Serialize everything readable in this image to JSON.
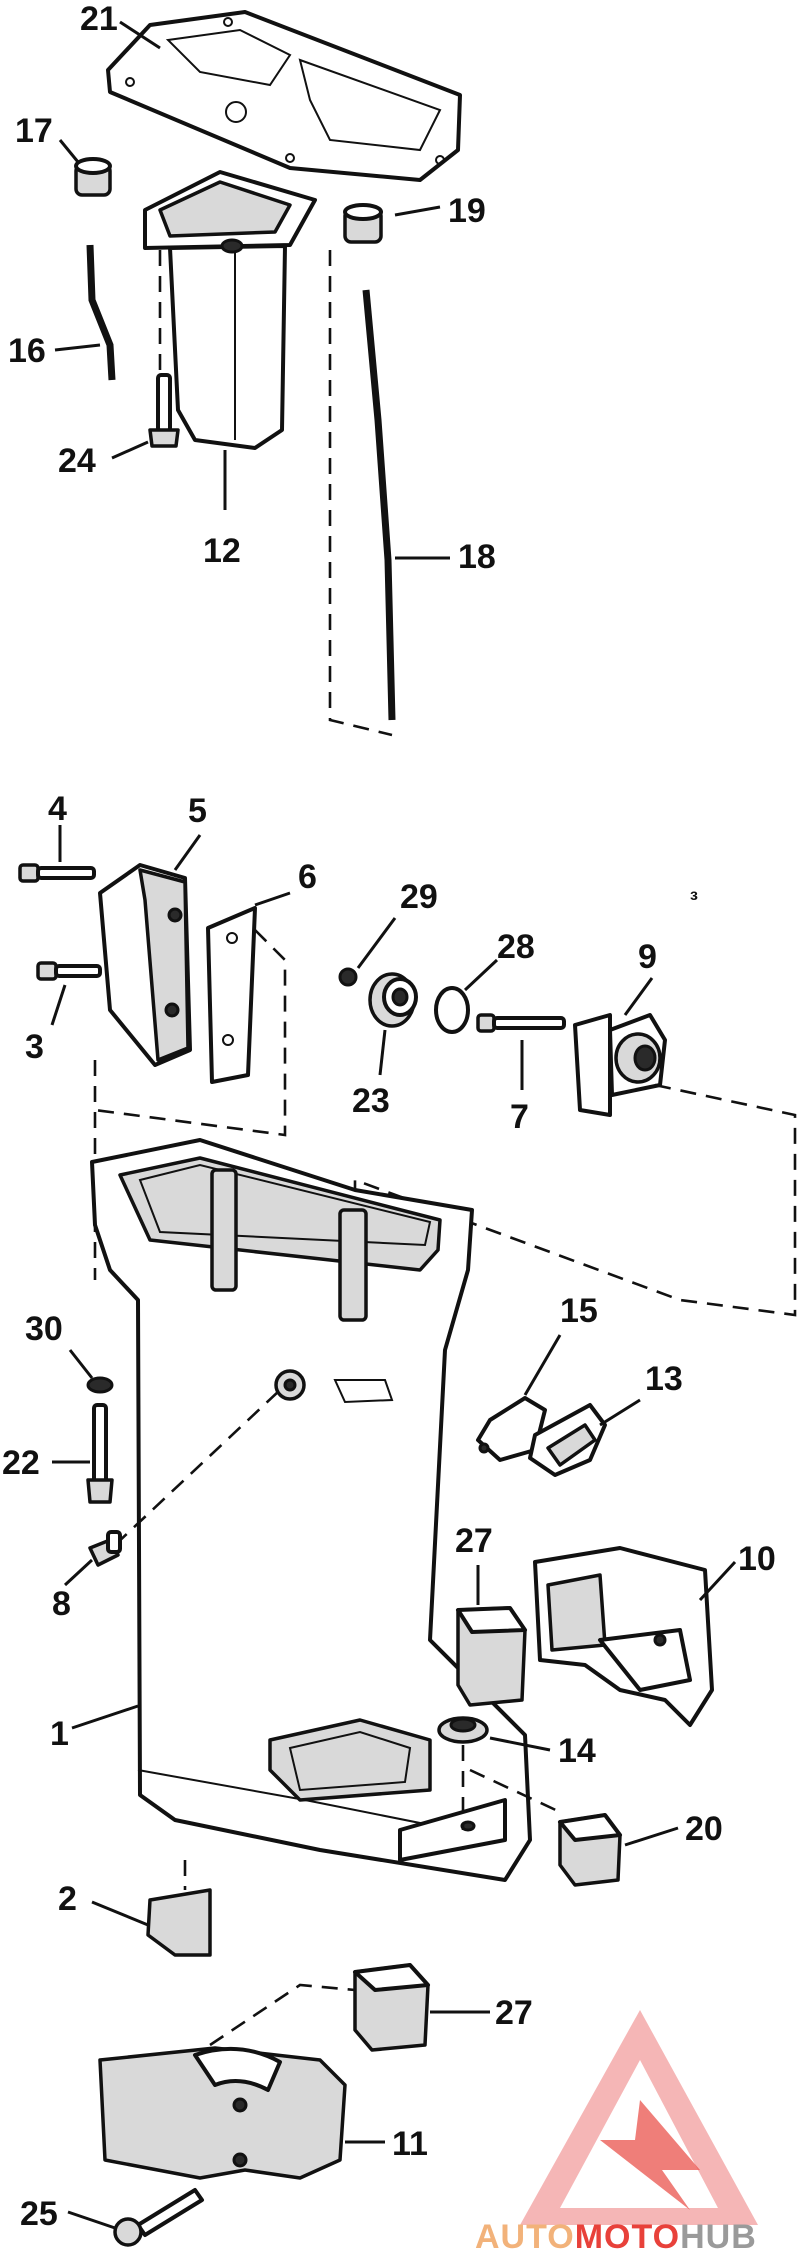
{
  "callouts": [
    {
      "id": "21",
      "text": "21"
    },
    {
      "id": "17",
      "text": "17"
    },
    {
      "id": "19",
      "text": "19"
    },
    {
      "id": "16",
      "text": "16"
    },
    {
      "id": "24",
      "text": "24"
    },
    {
      "id": "12",
      "text": "12"
    },
    {
      "id": "18",
      "text": "18"
    },
    {
      "id": "4",
      "text": "4"
    },
    {
      "id": "5",
      "text": "5"
    },
    {
      "id": "6",
      "text": "6"
    },
    {
      "id": "29",
      "text": "29"
    },
    {
      "id": "28",
      "text": "28"
    },
    {
      "id": "9",
      "text": "9"
    },
    {
      "id": "3",
      "text": "3"
    },
    {
      "id": "23",
      "text": "23"
    },
    {
      "id": "7",
      "text": "7"
    },
    {
      "id": "15",
      "text": "15"
    },
    {
      "id": "30",
      "text": "30"
    },
    {
      "id": "13",
      "text": "13"
    },
    {
      "id": "22",
      "text": "22"
    },
    {
      "id": "27a",
      "text": "27"
    },
    {
      "id": "10",
      "text": "10"
    },
    {
      "id": "8",
      "text": "8"
    },
    {
      "id": "1",
      "text": "1"
    },
    {
      "id": "14",
      "text": "14"
    },
    {
      "id": "20",
      "text": "20"
    },
    {
      "id": "2",
      "text": "2"
    },
    {
      "id": "27b",
      "text": "27"
    },
    {
      "id": "11",
      "text": "11"
    },
    {
      "id": "25",
      "text": "25"
    }
  ],
  "watermark": {
    "brand_part1": "AUTO",
    "brand_part2": "MOTO",
    "brand_part3": "HUB",
    "color_primary": "#e8413a",
    "color_secondary": "#f2a0a0"
  }
}
